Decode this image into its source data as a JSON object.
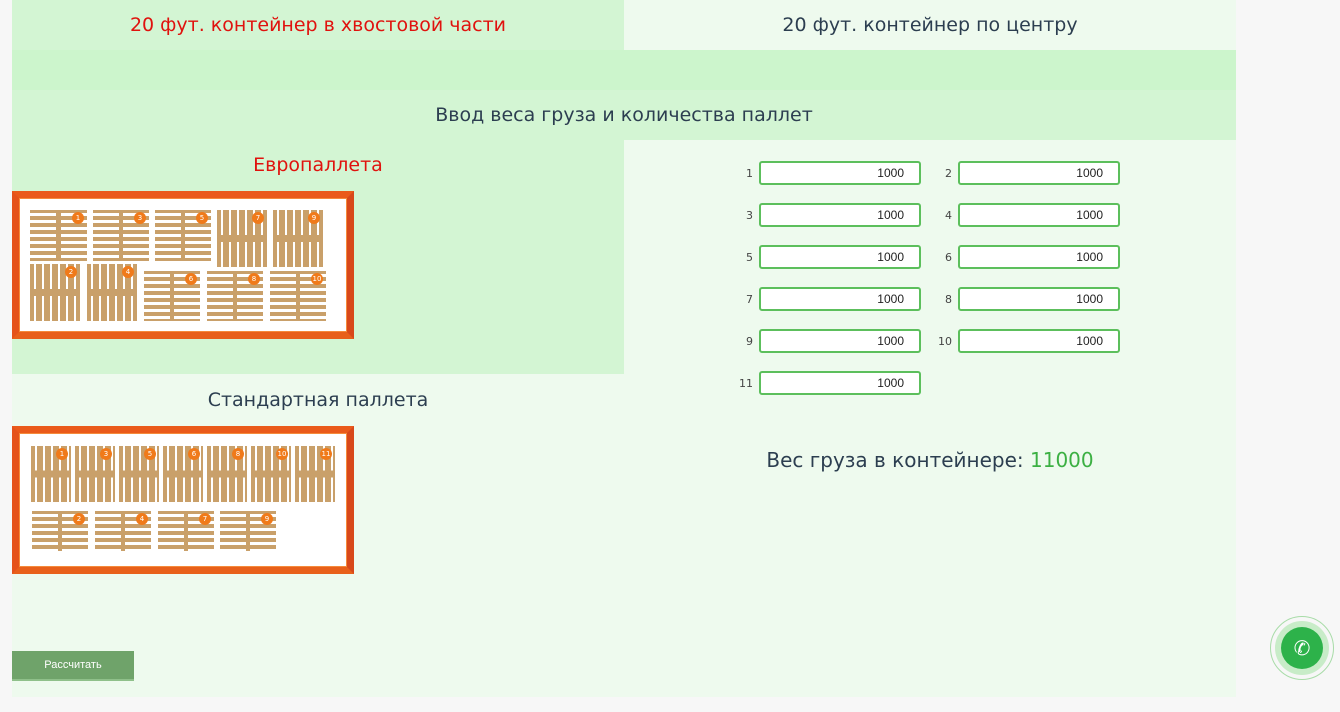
{
  "tabs": [
    {
      "label": "20 фут. контейнер в хвостовой части",
      "active": true
    },
    {
      "label": "20 фут. контейнер по центру",
      "active": false
    }
  ],
  "header": "Ввод веса груза и количества паллет",
  "euro": {
    "title": "Европаллета",
    "pallets": [
      "1",
      "3",
      "5",
      "7",
      "9",
      "2",
      "4",
      "6",
      "8",
      "10"
    ]
  },
  "standard": {
    "title": "Стандартная паллета",
    "pallets": [
      "1",
      "3",
      "5",
      "6",
      "8",
      "10",
      "11",
      "2",
      "4",
      "7",
      "9"
    ]
  },
  "inputs": [
    {
      "label": "1",
      "value": "1000"
    },
    {
      "label": "2",
      "value": "1000"
    },
    {
      "label": "3",
      "value": "1000"
    },
    {
      "label": "4",
      "value": "1000"
    },
    {
      "label": "5",
      "value": "1000"
    },
    {
      "label": "6",
      "value": "1000"
    },
    {
      "label": "7",
      "value": "1000"
    },
    {
      "label": "8",
      "value": "1000"
    },
    {
      "label": "9",
      "value": "1000"
    },
    {
      "label": "10",
      "value": "1000"
    },
    {
      "label": "11",
      "value": "1000"
    }
  ],
  "total": {
    "label": "Вес груза в контейнере: ",
    "value": "11000"
  },
  "calc_button": "Рассчитать",
  "colors": {
    "accent_red": "#e0120e",
    "accent_green": "#3cb043",
    "button": "#6fa36a"
  },
  "icons": {
    "phone": "phone-icon"
  }
}
